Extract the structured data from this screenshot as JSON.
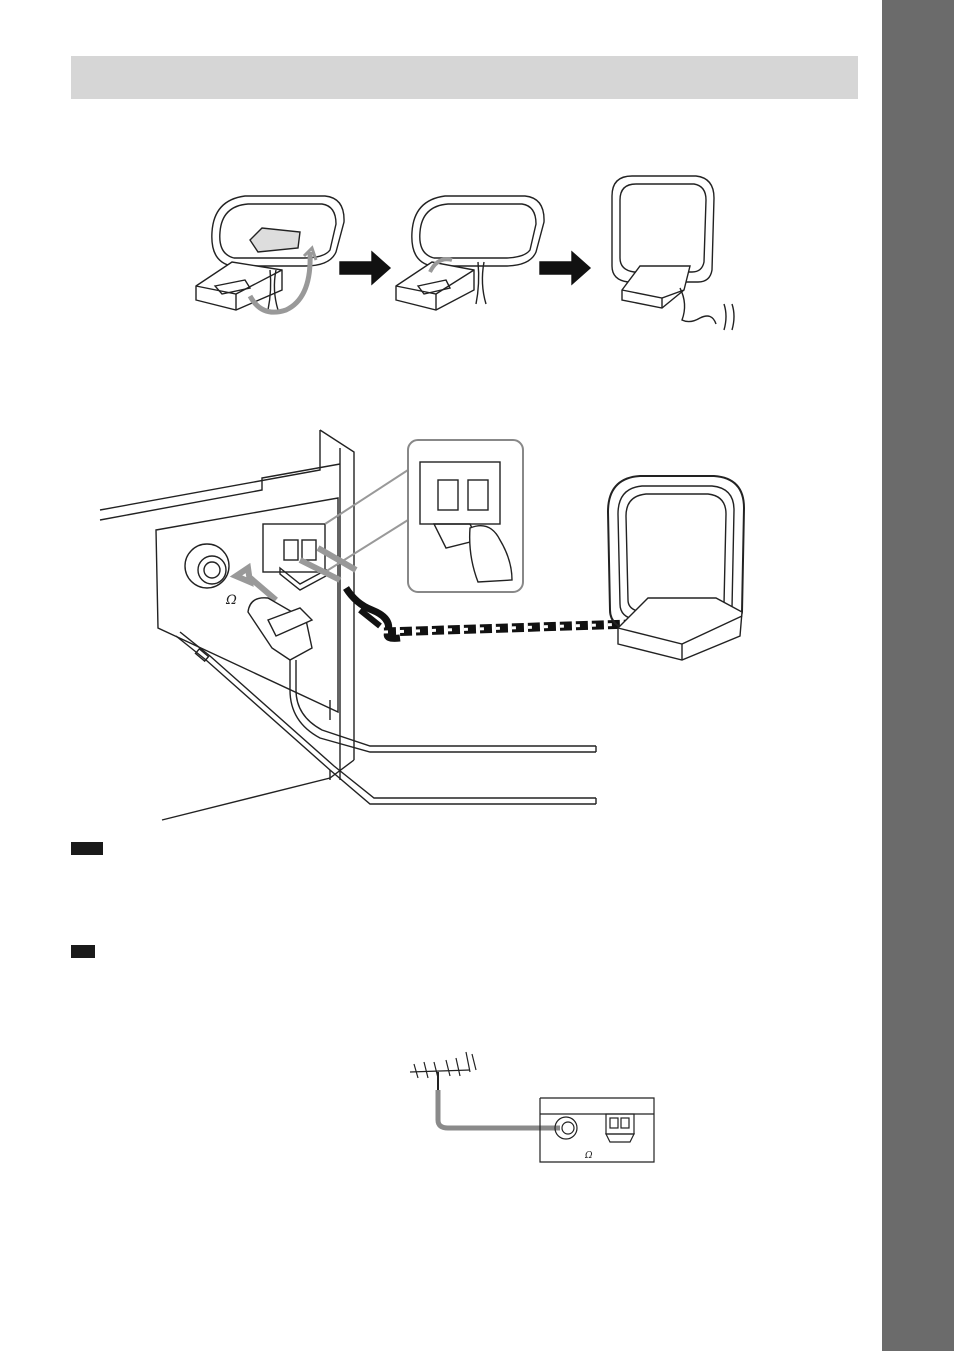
{
  "page": {
    "side_tab_color": "#6b6b6b",
    "header_bar_color": "#d6d6d6"
  },
  "figures": {
    "loop_assembly": {
      "steps": 3,
      "arrow_icon": "right-arrow-icon"
    },
    "main_connection": {
      "omega_label": "Ω"
    },
    "outdoor_antenna": {
      "omega_label": "Ω"
    }
  },
  "notes": [
    {
      "badge_color": "#1a1a1a"
    },
    {
      "badge_color": "#1a1a1a"
    }
  ]
}
